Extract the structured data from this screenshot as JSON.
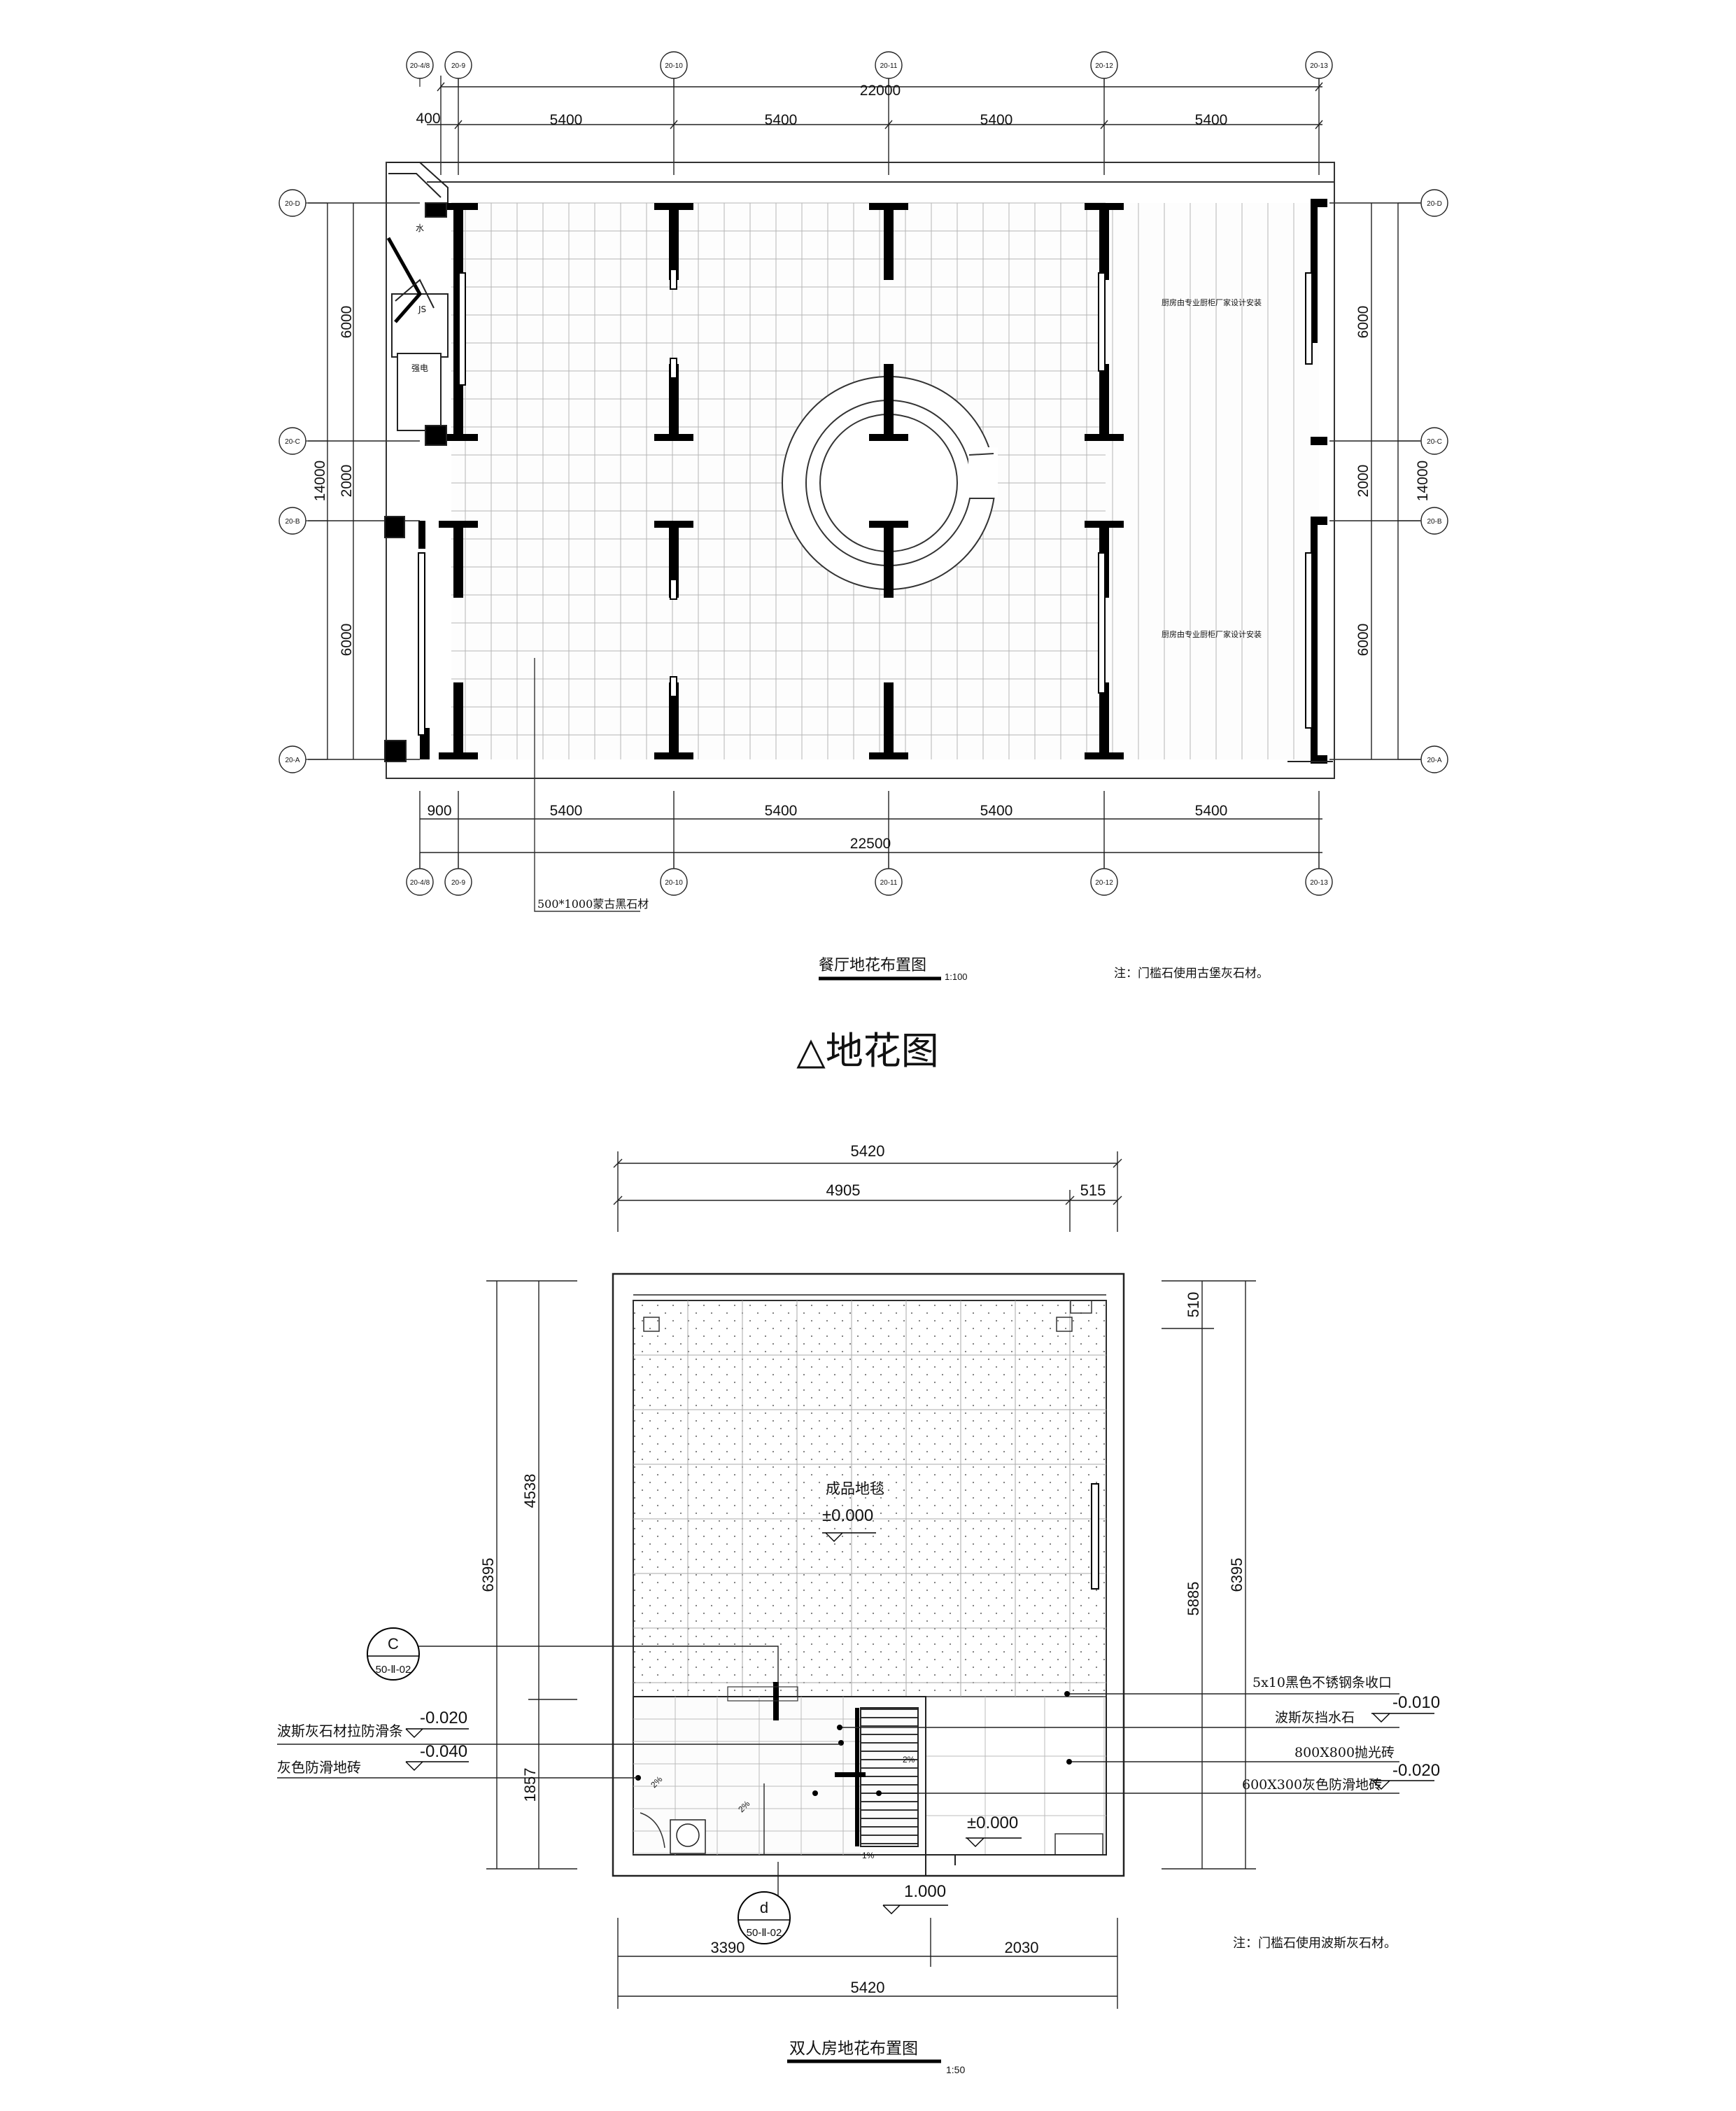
{
  "plan1": {
    "grid_top": [
      "20-4/8",
      "20-9",
      "20-10",
      "20-11",
      "20-12",
      "20-13"
    ],
    "grid_bottom": [
      "20-4/8",
      "20-9",
      "20-10",
      "20-11",
      "20-12",
      "20-13"
    ],
    "grid_left": [
      "20-D",
      "20-C",
      "20-B",
      "20-A"
    ],
    "grid_right": [
      "20-D",
      "20-C",
      "20-B",
      "20-A"
    ],
    "top_total": "22000",
    "top_dims": [
      "400",
      "5400",
      "5400",
      "5400",
      "5400"
    ],
    "bottom_dims": [
      "900",
      "5400",
      "5400",
      "5400",
      "5400"
    ],
    "bottom_total": "22500",
    "left_dims": [
      "6000",
      "2000",
      "6000"
    ],
    "left_total": "14000",
    "right_dims": [
      "6000",
      "2000",
      "6000"
    ],
    "right_total": "14000",
    "material_label": "500*1000蒙古黑石材",
    "kitchen_note_1": "厨房由专业厨柜厂家设计安装",
    "kitchen_note_2": "厨房由专业厨柜厂家设计安装",
    "label_water": "水",
    "label_js": "JS",
    "label_power": "强电",
    "title": "餐厅地花布置图",
    "scale": "1:100",
    "note": "注：门槛石使用古堡灰石材。"
  },
  "section_title": "△地花图",
  "plan2": {
    "top_total": "5420",
    "top_dims": [
      "4905",
      "515"
    ],
    "bottom_dims": [
      "3390",
      "2030"
    ],
    "bottom_total": "5420",
    "left_outer": "6395",
    "left_dims": [
      "4538",
      "1857"
    ],
    "right_dims": [
      "510",
      "5885"
    ],
    "right_outer": "6395",
    "carpet_label": "成品地毯",
    "level_main": "±0.000",
    "level_lower": "±0.000",
    "level_step": "1.000",
    "callout_c": {
      "letter": "C",
      "ref": "50-Ⅱ-02"
    },
    "callout_d": {
      "letter": "d",
      "ref": "50-Ⅱ-02"
    },
    "left_labels": [
      {
        "text": "波斯灰石材拉防滑条",
        "level": "-0.020"
      },
      {
        "text": "灰色防滑地砖",
        "level": "-0.040"
      }
    ],
    "right_labels": [
      {
        "text": "5x10黑色不锈钢条收口",
        "level": ""
      },
      {
        "text": "波斯灰挡水石",
        "level": "-0.010"
      },
      {
        "text": "800X800抛光砖",
        "level": ""
      },
      {
        "text": "600X300灰色防滑地砖",
        "level": "-0.020"
      }
    ],
    "slope_labels": [
      "2%",
      "2%",
      "2%",
      "1%"
    ],
    "title": "双人房地花布置图",
    "scale": "1:50",
    "note": "注：门槛石使用波斯灰石材。"
  }
}
